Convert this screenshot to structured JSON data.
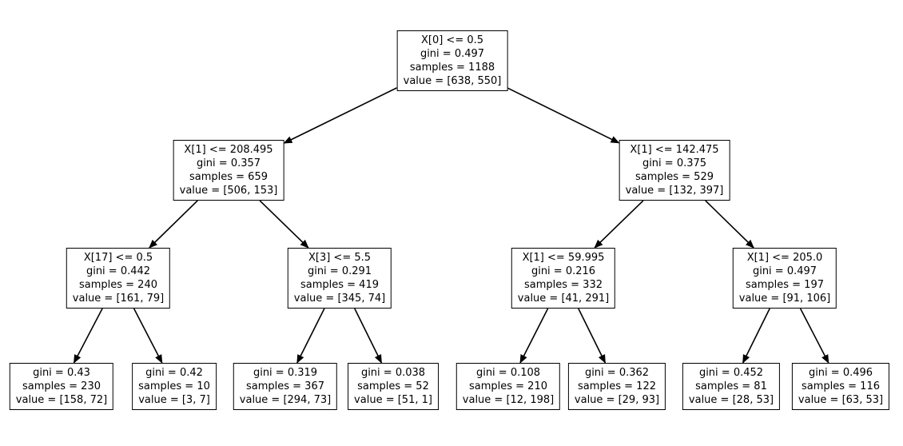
{
  "figure": {
    "kind": "decision-tree-plot",
    "background": "#ffffff"
  },
  "colors": {
    "box_fill": "#ffffff",
    "box_border": "#000000",
    "text": "#000000",
    "arrow": "#000000"
  },
  "tree": {
    "nodes": [
      {
        "id": "n0",
        "lines": [
          "X[0] <= 0.5",
          "gini = 0.497",
          "samples = 1188",
          "value = [638, 550]"
        ]
      },
      {
        "id": "n1",
        "lines": [
          "X[1] <= 208.495",
          "gini = 0.357",
          "samples = 659",
          "value = [506, 153]"
        ]
      },
      {
        "id": "n2",
        "lines": [
          "X[1] <= 142.475",
          "gini = 0.375",
          "samples = 529",
          "value = [132, 397]"
        ]
      },
      {
        "id": "n3",
        "lines": [
          "X[17] <= 0.5",
          "gini = 0.442",
          "samples = 240",
          "value = [161, 79]"
        ]
      },
      {
        "id": "n4",
        "lines": [
          "X[3] <= 5.5",
          "gini = 0.291",
          "samples = 419",
          "value = [345, 74]"
        ]
      },
      {
        "id": "n5",
        "lines": [
          "X[1] <= 59.995",
          "gini = 0.216",
          "samples = 332",
          "value = [41, 291]"
        ]
      },
      {
        "id": "n6",
        "lines": [
          "X[1] <= 205.0",
          "gini = 0.497",
          "samples = 197",
          "value = [91, 106]"
        ]
      },
      {
        "id": "n7",
        "lines": [
          "gini = 0.43",
          "samples = 230",
          "value = [158, 72]"
        ]
      },
      {
        "id": "n8",
        "lines": [
          "gini = 0.42",
          "samples = 10",
          "value = [3, 7]"
        ]
      },
      {
        "id": "n9",
        "lines": [
          "gini = 0.319",
          "samples = 367",
          "value = [294, 73]"
        ]
      },
      {
        "id": "n10",
        "lines": [
          "gini = 0.038",
          "samples = 52",
          "value = [51, 1]"
        ]
      },
      {
        "id": "n11",
        "lines": [
          "gini = 0.108",
          "samples = 210",
          "value = [12, 198]"
        ]
      },
      {
        "id": "n12",
        "lines": [
          "gini = 0.362",
          "samples = 122",
          "value = [29, 93]"
        ]
      },
      {
        "id": "n13",
        "lines": [
          "gini = 0.452",
          "samples = 81",
          "value = [28, 53]"
        ]
      },
      {
        "id": "n14",
        "lines": [
          "gini = 0.496",
          "samples = 116",
          "value = [63, 53]"
        ]
      }
    ],
    "edges": [
      [
        "n0",
        "n1"
      ],
      [
        "n0",
        "n2"
      ],
      [
        "n1",
        "n3"
      ],
      [
        "n1",
        "n4"
      ],
      [
        "n2",
        "n5"
      ],
      [
        "n2",
        "n6"
      ],
      [
        "n3",
        "n7"
      ],
      [
        "n3",
        "n8"
      ],
      [
        "n4",
        "n9"
      ],
      [
        "n4",
        "n10"
      ],
      [
        "n5",
        "n11"
      ],
      [
        "n5",
        "n12"
      ],
      [
        "n6",
        "n13"
      ],
      [
        "n6",
        "n14"
      ]
    ]
  }
}
